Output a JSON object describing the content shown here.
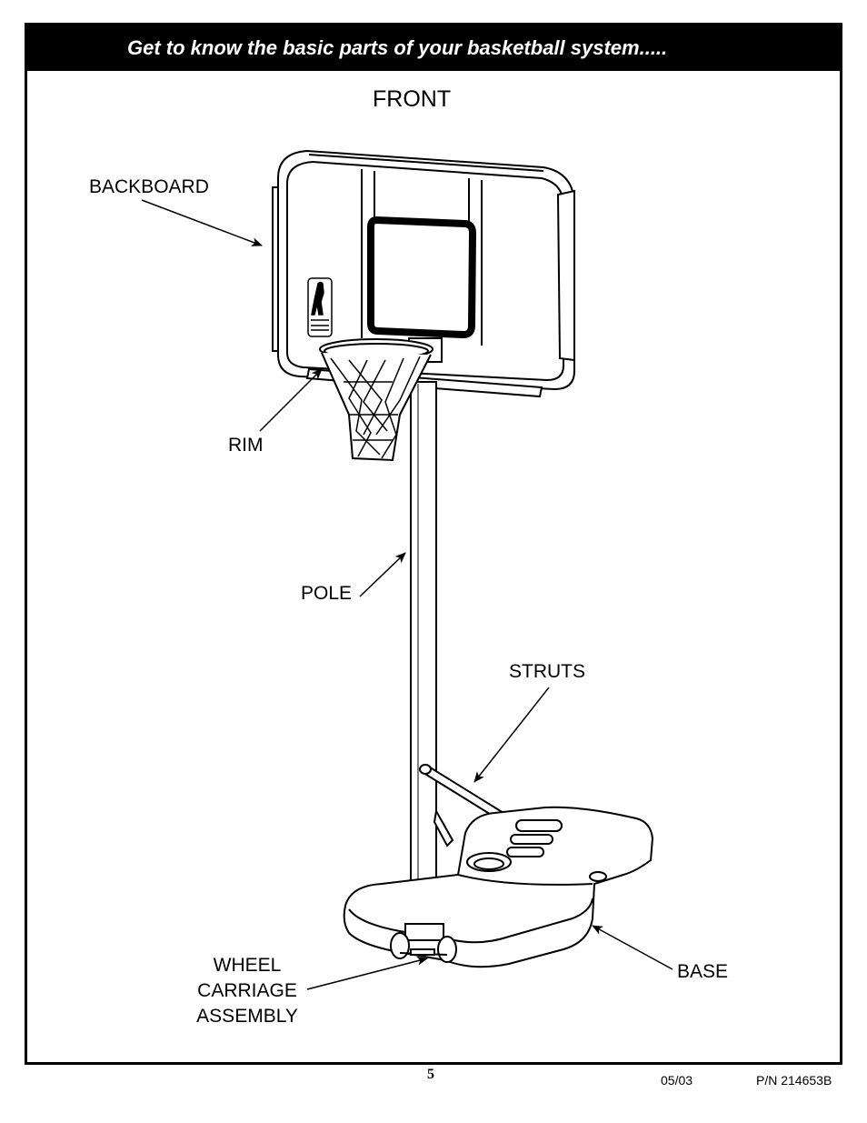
{
  "header": {
    "title": "Get to know the basic parts of your basketball system....."
  },
  "diagram": {
    "view": "FRONT",
    "labels": {
      "backboard": "BACKBOARD",
      "rim": "RIM",
      "pole": "POLE",
      "struts": "STRUTS",
      "base": "BASE",
      "wheel_line1": "WHEEL",
      "wheel_line2": "CARRIAGE",
      "wheel_line3": "ASSEMBLY"
    }
  },
  "footer": {
    "page_number": "5",
    "date": "05/03",
    "part_number": "P/N 214653B"
  }
}
